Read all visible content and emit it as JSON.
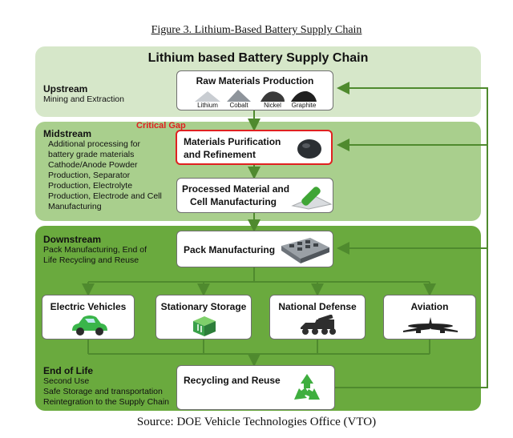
{
  "figure_caption": "Figure 3.  Lithium-Based Battery Supply Chain",
  "diagram_title": "Lithium based Battery Supply Chain",
  "source": "Source: DOE Vehicle Technologies Office (VTO)",
  "stages": {
    "upstream": {
      "title": "Upstream",
      "desc": [
        "Mining and Extraction"
      ]
    },
    "midstream": {
      "title": "Midstream",
      "desc": [
        "Additional processing for",
        "battery grade materials",
        "Cathode/Anode Powder",
        "Production, Separator",
        "Production, Electrolyte",
        "Production, Electrode and Cell",
        "Manufacturing"
      ]
    },
    "downstream": {
      "title": "Downstream",
      "desc": [
        "Pack Manufacturing, End of",
        "Life Recycling and Reuse"
      ]
    },
    "end_of_life": {
      "title": "End of Life",
      "desc": [
        "Second Use",
        "Safe Storage and transportation",
        "Reintegration to the Supply Chain"
      ]
    }
  },
  "boxes": {
    "raw_materials": {
      "title": "Raw Materials Production",
      "materials": [
        "Lithium",
        "Cobalt",
        "Nickel",
        "Graphite"
      ]
    },
    "purification": {
      "title_lines": [
        "Materials Purification",
        "and Refinement"
      ],
      "tag": "Critical Gap"
    },
    "cell_manufacturing": {
      "title_lines": [
        "Processed Material and",
        "Cell Manufacturing"
      ]
    },
    "pack_manufacturing": {
      "title": "Pack Manufacturing"
    },
    "recycling": {
      "title": "Recycling and Reuse"
    }
  },
  "applications": [
    {
      "title": "Electric Vehicles",
      "icon": "car-icon"
    },
    {
      "title": "Stationary Storage",
      "icon": "battery-storage-icon"
    },
    {
      "title": "National Defense",
      "icon": "military-vehicle-icon"
    },
    {
      "title": "Aviation",
      "icon": "airplane-icon"
    }
  ],
  "colors": {
    "band_upstream": "#d6e7c9",
    "band_midstream": "#a9cf8d",
    "band_downstream": "#6aaa3e",
    "arrow": "#4f8a2e",
    "critical": "#e02020"
  }
}
